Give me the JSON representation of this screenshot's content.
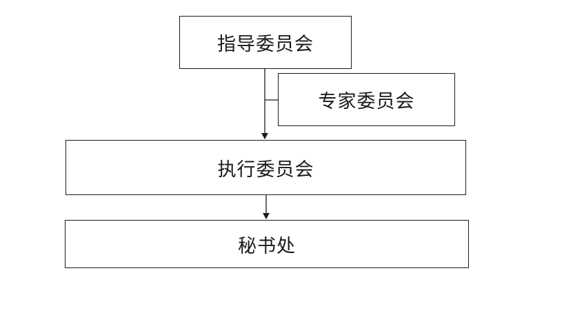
{
  "diagram": {
    "nodes": {
      "guidance_committee": "指导委员会",
      "expert_committee": "专家委员会",
      "executive_committee": "执行委员会",
      "secretariat": "秘书处"
    },
    "edges": [
      {
        "from": "guidance_committee",
        "to": "executive_committee",
        "type": "arrow"
      },
      {
        "from": "expert_committee",
        "to": "guidance_to_executive_link",
        "type": "line"
      },
      {
        "from": "executive_committee",
        "to": "secretariat",
        "type": "arrow"
      }
    ],
    "colors": {
      "line": "#1a1a1a",
      "box_border": "#1a1a1a",
      "text": "#1a1a1a",
      "background": "#ffffff"
    }
  }
}
